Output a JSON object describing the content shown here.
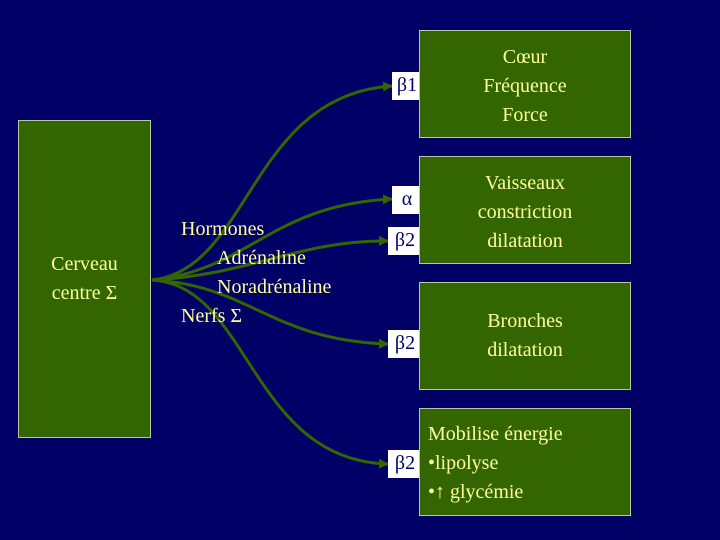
{
  "source": {
    "line1": "Cerveau",
    "line2": "centre Σ"
  },
  "messengers": {
    "hormones": "Hormones",
    "adrenaline": "Adrénaline",
    "noradrenaline": "Noradrénaline",
    "nerves": "Nerfs Σ"
  },
  "targets": {
    "heart": {
      "receptor": "β1",
      "lines": [
        "Cœur",
        "Fréquence",
        "Force"
      ]
    },
    "vessels": {
      "receptor_alpha": "α",
      "receptor_beta": "β2",
      "lines": [
        "Vaisseaux",
        "constriction",
        "dilatation"
      ]
    },
    "bronchi": {
      "receptor": "β2",
      "lines": [
        "Bronches",
        "dilatation"
      ]
    },
    "energy": {
      "receptor": "β2",
      "lines": [
        "Mobilise énergie",
        "•lipolyse",
        "•↑ glycémie"
      ]
    }
  },
  "colors": {
    "background": "#000066",
    "box_fill": "#336600",
    "text": "#ffff99",
    "arrow": "#336600"
  }
}
